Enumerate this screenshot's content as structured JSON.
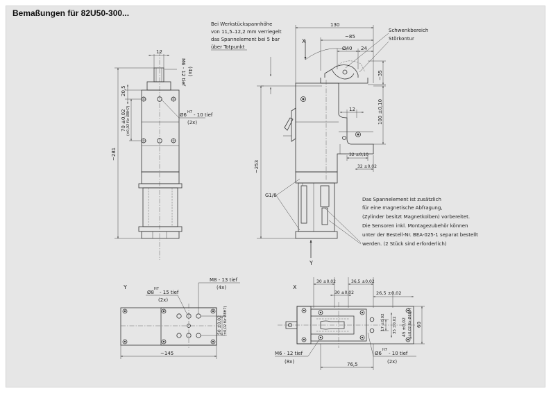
{
  "title": "Bemaßungen für 82U50-300...",
  "front_view": {
    "dim_top": "12",
    "dim_m6": [
      "M6 - 12 tief",
      "(4x)"
    ],
    "dim_20_5": "20,5",
    "dim_70": [
      "70 ±0,02",
      "(±0,02 für Ø8H7)"
    ],
    "dim_281": "~281",
    "dim_bore": [
      "Ø6",
      "H7",
      "- 10 tief",
      "(2x)"
    ]
  },
  "side_view": {
    "note_height": [
      "Bei Werkstückspannhöhe",
      "von 11,5–12,2 mm verriegelt",
      "das Spannelement bei 5 bar",
      "über Totpunkt"
    ],
    "label_x": "X",
    "label_y": "Y",
    "dim_130": "130",
    "dim_85": "~85",
    "dim_40": "Ø40",
    "dim_24": "24",
    "dim_35": "~35",
    "schwenk": [
      "Schwenkbereich",
      "Störkontur"
    ],
    "dim_100": "100 ±0,10",
    "dim_12": "12",
    "dim_32a": "32 ±0,10",
    "dim_32b": "32 ±0,02",
    "dim_253": "~253",
    "g18": "G1/8",
    "note_sensor": [
      "Das Spannelement ist zusätzlich",
      "für eine magnetische Abfragung,",
      "(Zylinder besitzt Magnetkolben) vorbereitet.",
      "Die Sensoren inkl. Montagezubehör können",
      "unter der Bestell-Nr. BEA-025-1 separat bestellt",
      "werden. (2 Stück sind erforderlich)"
    ]
  },
  "view_y": {
    "label": "Y",
    "dim_8": [
      "Ø8",
      "H7",
      "- 15 tief",
      "(2x)"
    ],
    "dim_m8": [
      "M8 - 13 tief",
      "(4x)"
    ],
    "dim_50": [
      "50 ±0,02",
      "(±0,02 für Ø8H7)"
    ],
    "dim_145": "~145"
  },
  "view_x": {
    "label": "X",
    "dim_30a": "30 ±0,02",
    "dim_36_5": "36,5 ±0,02",
    "dim_30b": "30 ±0,02",
    "dim_26_5": "26,5 ±0,02",
    "dim_17": "17 ±0,02",
    "dim_35": "35 ±0,02",
    "dim_45": [
      "45 ±0,02",
      "(±0,02 für Ø6H7)"
    ],
    "dim_60": "60",
    "dim_m6": [
      "M6 - 12 tief",
      "(8x)"
    ],
    "dim_76_5": "76,5",
    "dim_bore": [
      "Ø6",
      "H7",
      "- 10 tief",
      "(2x)"
    ]
  }
}
